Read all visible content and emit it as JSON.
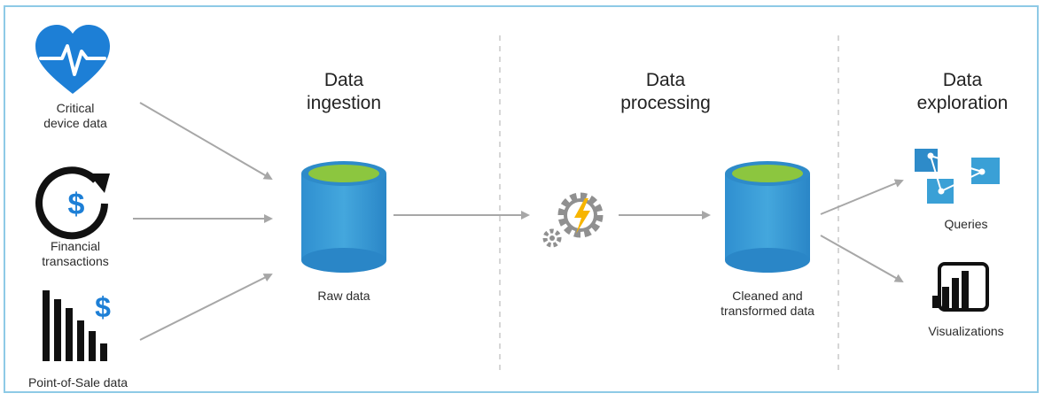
{
  "stages": {
    "ingestion": {
      "line1": "Data",
      "line2": "ingestion"
    },
    "processing": {
      "line1": "Data",
      "line2": "processing"
    },
    "exploration": {
      "line1": "Data",
      "line2": "exploration"
    }
  },
  "sources": {
    "critical": {
      "line1": "Critical",
      "line2": "device data",
      "icon": "heart-pulse-icon"
    },
    "financial": {
      "line1": "Financial",
      "line2": "transactions",
      "icon": "dollar-cycle-icon"
    },
    "pos": {
      "line1": "Point-of-Sale data",
      "icon": "bar-chart-dollar-icon"
    }
  },
  "stores": {
    "raw": {
      "line1": "Raw data",
      "icon": "database-icon"
    },
    "cleaned": {
      "line1": "Cleaned and",
      "line2": "transformed data",
      "icon": "database-icon"
    }
  },
  "outputs": {
    "queries": {
      "label": "Queries",
      "icon": "query-network-icon"
    },
    "visualizations": {
      "label": "Visualizations",
      "icon": "power-bi-icon"
    }
  },
  "processor": {
    "icon": "gear-lightning-icon"
  },
  "colors": {
    "blue": "#1d7fd6",
    "db_body": "#3aa0d6",
    "db_top": "#8cc63f",
    "arrow": "#a7a7a7",
    "divider": "#c8c8c8",
    "frame": "#8ecae6"
  }
}
